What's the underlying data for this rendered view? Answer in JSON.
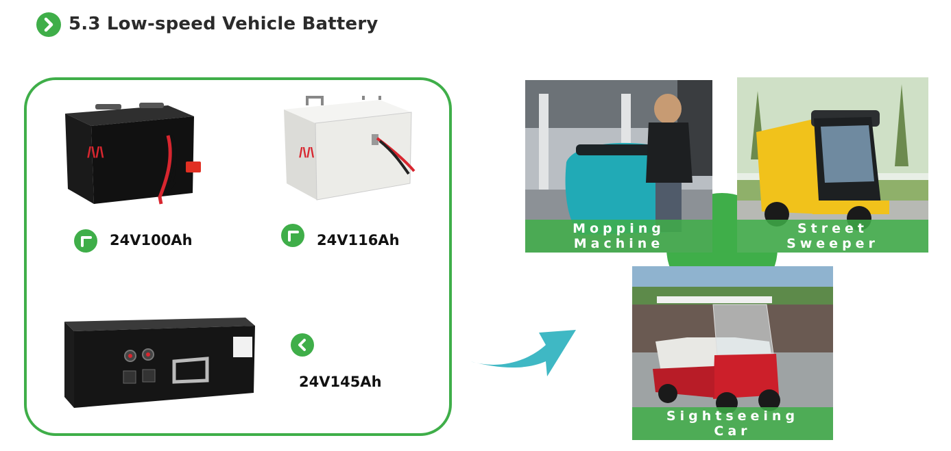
{
  "header": {
    "title": "5.3 Low-speed Vehicle Battery",
    "icon": "chevron-right-icon"
  },
  "colors": {
    "accent": "#3fae49",
    "arrow": "#3fb8c4"
  },
  "products": [
    {
      "label": "24V100Ah",
      "color": "black"
    },
    {
      "label": "24V116Ah",
      "color": "white"
    },
    {
      "label": "24V145Ah",
      "color": "black"
    }
  ],
  "applications": [
    {
      "line1": "Mopping",
      "line2": "Machine"
    },
    {
      "line1": "Street",
      "line2": "Sweeper"
    },
    {
      "line1": "Sightseeing",
      "line2": "Car"
    }
  ]
}
